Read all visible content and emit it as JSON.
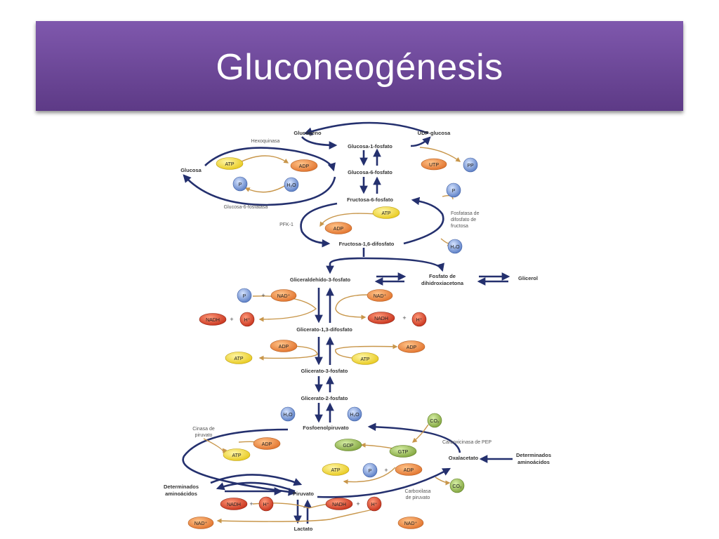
{
  "slide": {
    "title": "Gluconeogénesis"
  },
  "metabolites": {
    "glucogeno": "Glucógeno",
    "udp_glucosa": "UDP-glucosa",
    "glucosa_1_fosfato": "Glucosa-1-fosfato",
    "glucosa": "Glucosa",
    "glucosa_6_fosfato": "Glucosa-6-fosfato",
    "fructosa_6_fosfato": "Fructosa-6-fosfato",
    "fructosa_16_difosfato": "Fructosa-1,6-difosfato",
    "gliceraldehido_3_fosfato": "Gliceraldehído-3-fosfato",
    "fosfato_dihidroxiacetona_1": "Fosfato de",
    "fosfato_dihidroxiacetona_2": "dihidroxiacetona",
    "glicerol": "Glicerol",
    "glicerato_13_difosfato": "Glicerato-1,3-difosfato",
    "glicerato_3_fosfato": "Glicerato-3-fosfato",
    "glicerato_2_fosfato": "Glicerato-2-fosfato",
    "fosfoenolpiruvato": "Fosfoenolpiruvato",
    "oxalacetato": "Oxalacetato",
    "piruvato": "Piruvato",
    "lactato": "Lactato",
    "aminoacidos_left_1": "Determinados",
    "aminoacidos_left_2": "aminoácidos",
    "aminoacidos_right_1": "Determinados",
    "aminoacidos_right_2": "aminoácidos"
  },
  "enzymes": {
    "hexoquinasa": "Hexoquinasa",
    "glucosa_6_fosfatasa": "Glucosa-6-fosfatasa",
    "pfk1": "PFK-1",
    "fosfatasa_1": "Fosfatasa de",
    "fosfatasa_2": "difosfato de",
    "fosfatasa_3": "fructosa",
    "quinasa_piruvato_1": "Cinasa de",
    "quinasa_piruvato_2": "piruvato",
    "carboxicinasa_pep": "Carboxicinasa de PEP",
    "carboxilasa_1": "Carboxilasa",
    "carboxilasa_2": "de piruvato"
  },
  "cofactors": {
    "atp": "ATP",
    "adp": "ADP",
    "utp": "UTP",
    "pp": "PP",
    "p": "P",
    "h2o": "H₂O",
    "nad_plus": "NAD⁺",
    "nadh": "NADH",
    "h_plus": "H⁺",
    "gdp": "GDP",
    "gtp": "GTP",
    "co2": "CO₂",
    "plus": "+"
  },
  "colors": {
    "banner_top": "#7f58ad",
    "banner_bottom": "#5d3a86",
    "arrow_main": "#24306e",
    "arrow_side": "#c8964a",
    "yellow": "#f2dc2a",
    "orange": "#e8873a",
    "red": "#d8432a",
    "blue": "#6c8fd0",
    "green": "#8fb449"
  }
}
